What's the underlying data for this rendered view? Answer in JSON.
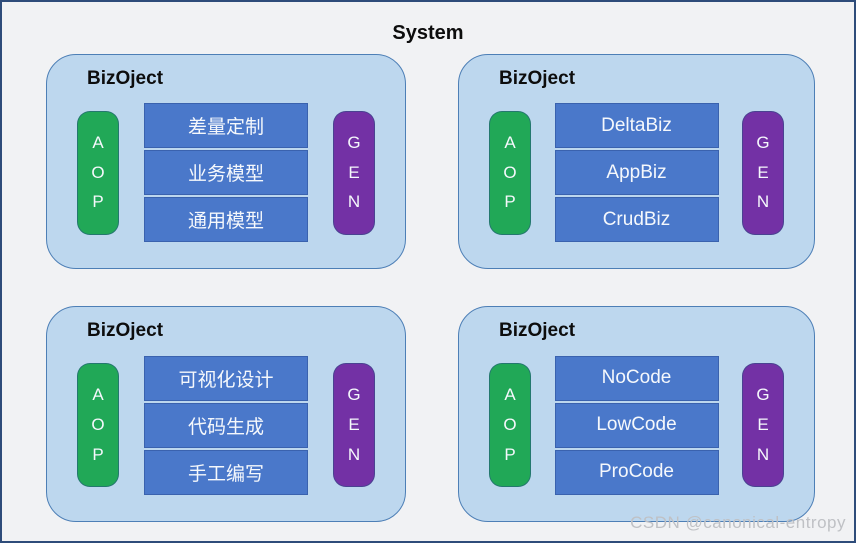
{
  "page": {
    "title": "System",
    "watermark": "CSDN @canonical-entropy",
    "colors": {
      "frame_border": "#2e4c7a",
      "background": "#f1f2f4",
      "panel_fill": "#bdd7ee",
      "panel_border": "#4d7fb6",
      "layer_blue": "#4a78ca",
      "aop_green": "#21a857",
      "gen_purple": "#7331a5",
      "light_text": "#f5f8fc"
    }
  },
  "panels": [
    {
      "title": "BizOject",
      "left_pill": "AOP",
      "right_pill": "GEN",
      "items": [
        "差量定制",
        "业务模型",
        "通用模型"
      ]
    },
    {
      "title": "BizOject",
      "left_pill": "AOP",
      "right_pill": "GEN",
      "items": [
        "DeltaBiz",
        "AppBiz",
        "CrudBiz"
      ]
    },
    {
      "title": "BizOject",
      "left_pill": "AOP",
      "right_pill": "GEN",
      "items": [
        "可视化设计",
        "代码生成",
        "手工编写"
      ]
    },
    {
      "title": "BizOject",
      "left_pill": "AOP",
      "right_pill": "GEN",
      "items": [
        "NoCode",
        "LowCode",
        "ProCode"
      ]
    }
  ]
}
